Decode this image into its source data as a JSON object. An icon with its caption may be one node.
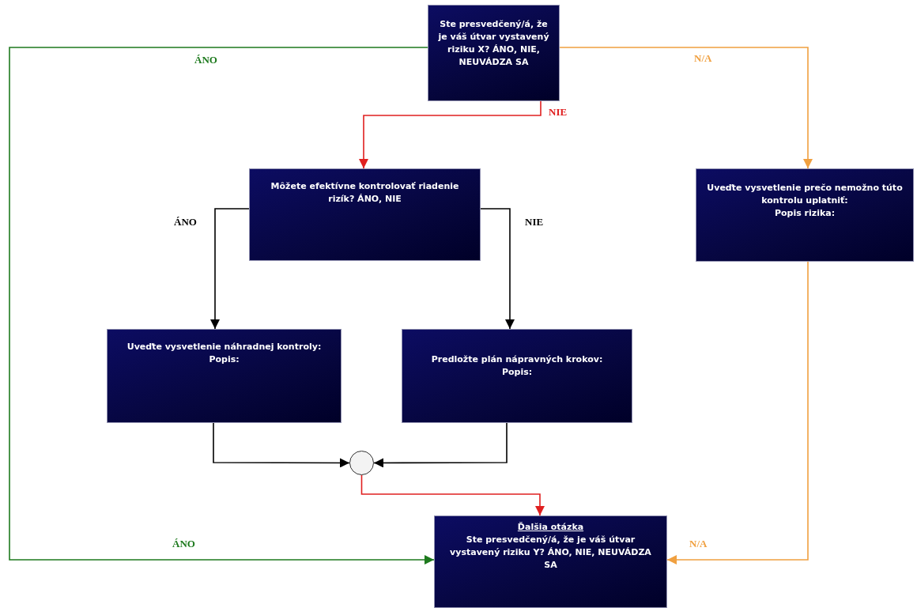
{
  "diagram": {
    "nodes": [
      {
        "text": [
          "Ste presvedčený/á, že je váš útvar vystavený riziku X? ÁNO, NIE, NEUVÁDZA SA"
        ]
      },
      {
        "text": [
          "Môžete efektívne kontrolovať riadenie rizík? ÁNO, NIE"
        ]
      },
      {
        "text": [
          "Uveďte vysvetlenie prečo nemožno túto kontrolu uplatniť:",
          "Popis rizika:"
        ]
      },
      {
        "text": [
          "Uveďte vysvetlenie náhradnej kontroly:",
          "Popis:"
        ]
      },
      {
        "text": [
          "Predložte plán nápravných krokov:",
          "Popis:"
        ]
      },
      {
        "text": [],
        "shape": "circle"
      },
      {
        "text": [
          "Ďalšia otázka",
          "Ste presvedčený/á, že je váš útvar vystavený riziku Y? ÁNO, NIE, NEUVÁDZA SA"
        ]
      }
    ],
    "edges": [
      {
        "from": 0,
        "to": 6,
        "arrow": "to",
        "label": "ÁNO",
        "color": "#1e7a1e"
      },
      {
        "from": 0,
        "to": 1,
        "arrow": "to",
        "label": "NIE",
        "color": "#e02020"
      },
      {
        "from": 0,
        "to": 2,
        "arrow": "to",
        "label": "N/A",
        "color": "#f0a040"
      },
      {
        "from": 1,
        "to": 3,
        "arrow": "to",
        "label": "ÁNO"
      },
      {
        "from": 1,
        "to": 4,
        "arrow": "to",
        "label": "NIE"
      },
      {
        "from": 3,
        "to": 5,
        "arrow": "to"
      },
      {
        "from": 4,
        "to": 5,
        "arrow": "to"
      },
      {
        "from": 5,
        "to": 6,
        "arrow": "to",
        "color": "#e02020"
      },
      {
        "from": 2,
        "to": 6,
        "arrow": "to",
        "label": "N/A",
        "color": "#f0a040"
      }
    ],
    "labels": [
      "ÁNO"
    ]
  }
}
